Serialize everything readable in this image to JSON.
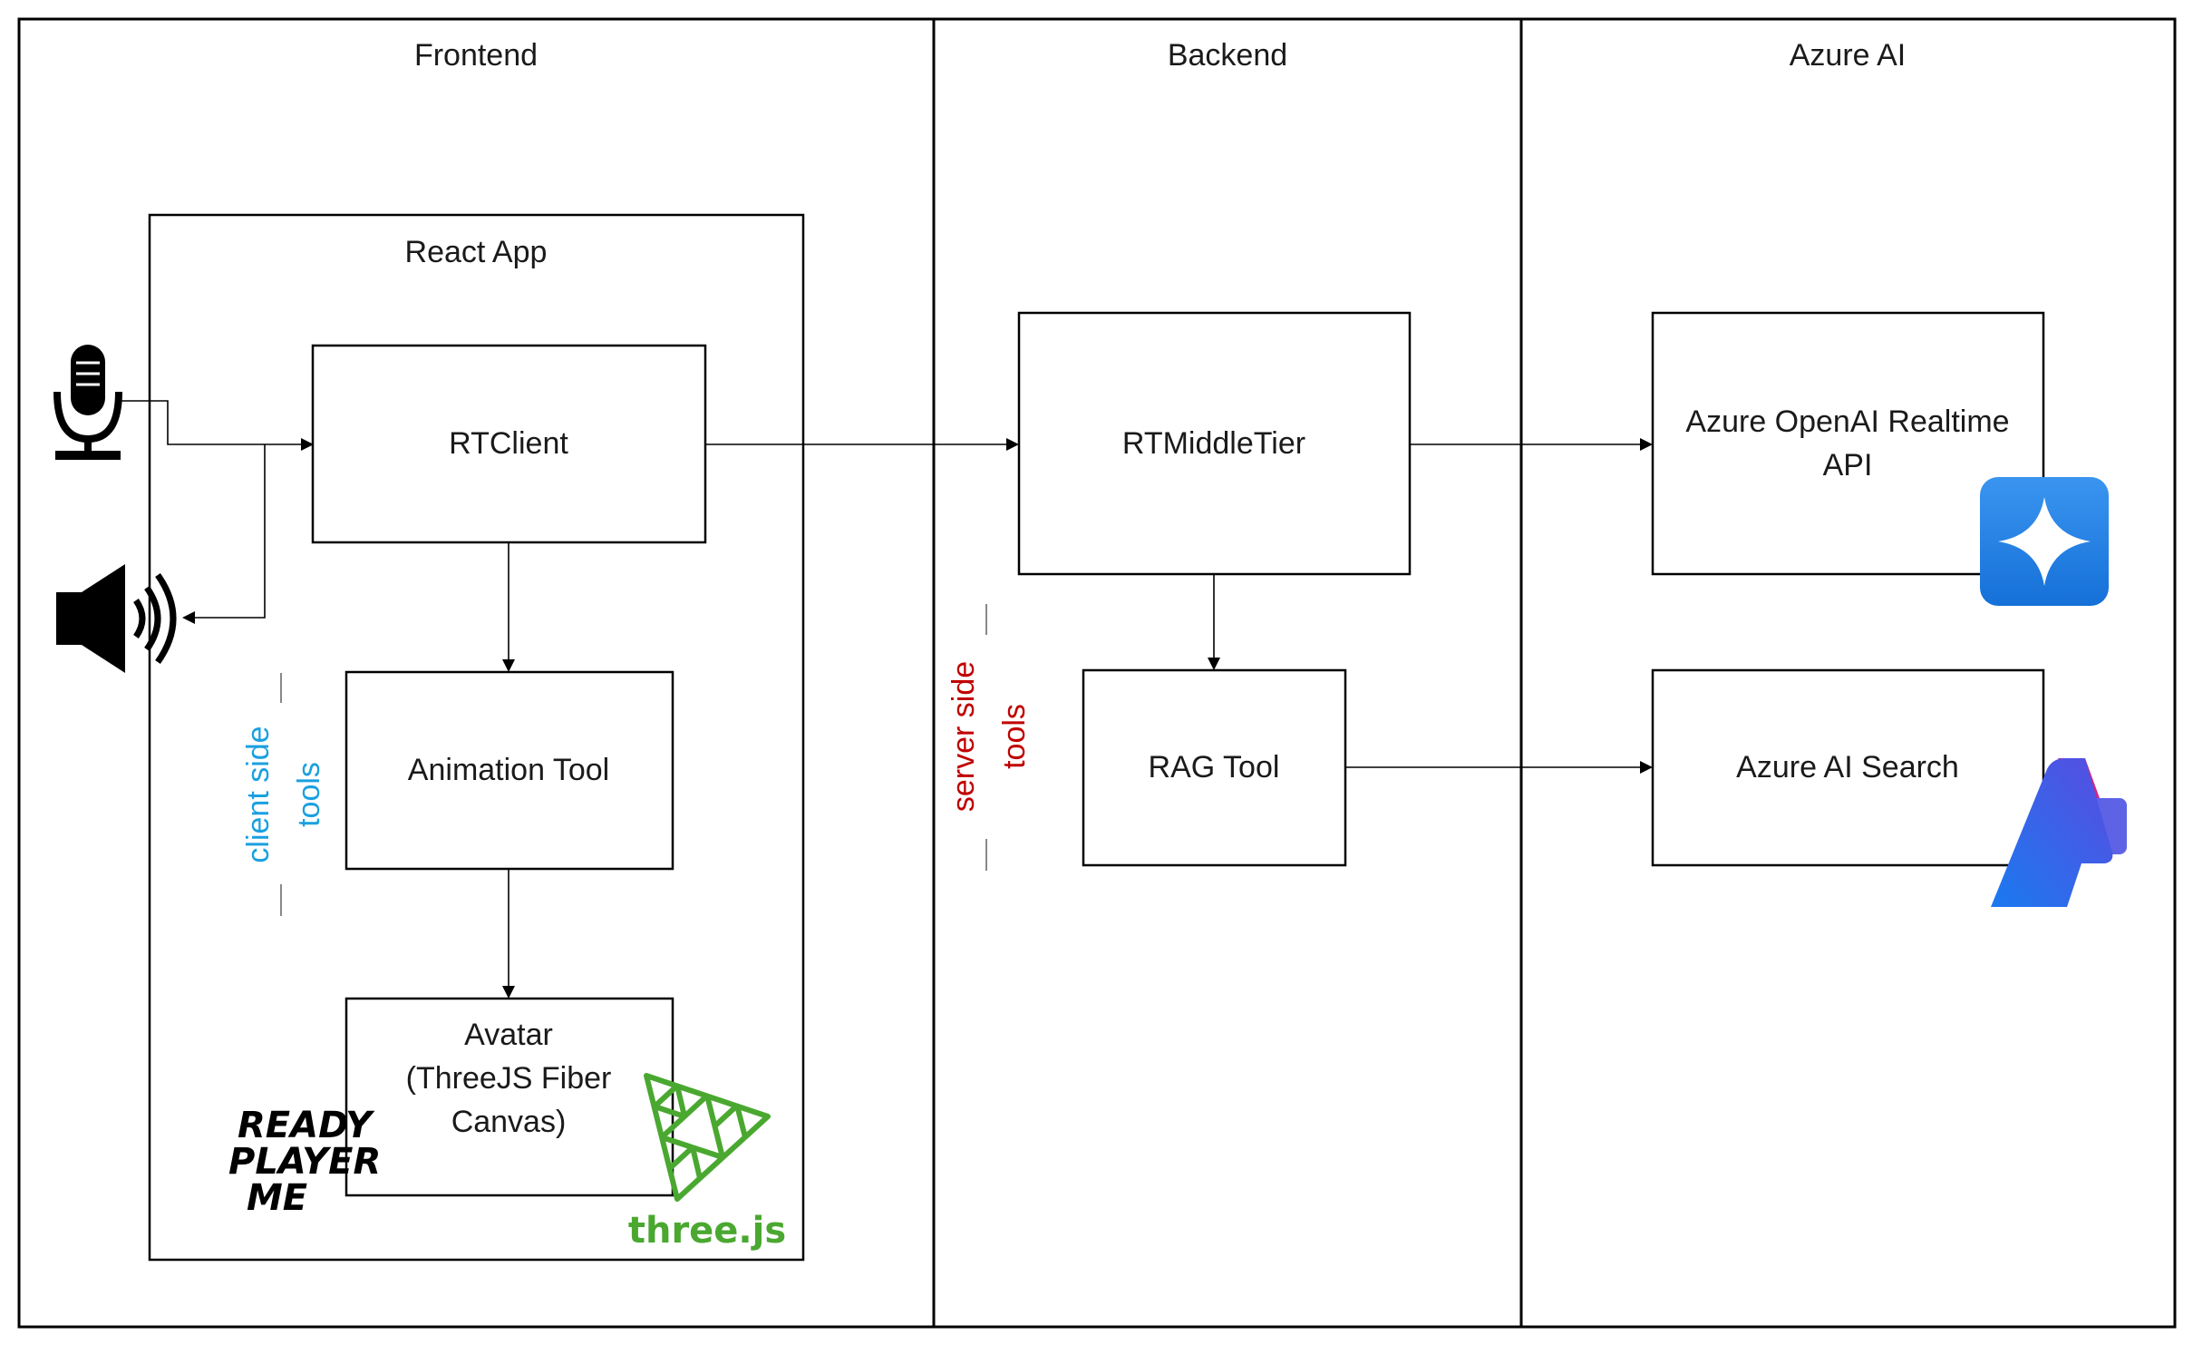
{
  "lanes": {
    "frontend": "Frontend",
    "backend": "Backend",
    "azure": "Azure AI"
  },
  "containers": {
    "react_app": "React App"
  },
  "nodes": {
    "rtclient": "RTClient",
    "animation_tool": "Animation Tool",
    "avatar": [
      "Avatar",
      "(ThreeJS Fiber",
      "Canvas)"
    ],
    "rtmiddletier": "RTMiddleTier",
    "rag_tool": "RAG Tool",
    "openai_realtime": [
      "Azure OpenAI Realtime",
      "API"
    ],
    "ai_search": "Azure AI Search"
  },
  "annotations": {
    "client_side_tools": [
      "client side",
      "tools"
    ],
    "server_side_tools": [
      "server side",
      "tools"
    ]
  },
  "logos": {
    "ready_player_me": [
      "READY",
      "PLAYER",
      "ME"
    ],
    "threejs": "three.js"
  },
  "icons": [
    "microphone-icon",
    "speaker-icon",
    "azure-openai-icon",
    "azure-ai-search-icon",
    "threejs-logo-icon"
  ],
  "colors": {
    "client_side_tools": "#1aa0e0",
    "server_side_tools": "#c00000",
    "threejs_green": "#4aa830",
    "openai_blue": "#1f7fe0",
    "search_blue": "#2f6ff0",
    "search_magenta": "#d0248c"
  }
}
